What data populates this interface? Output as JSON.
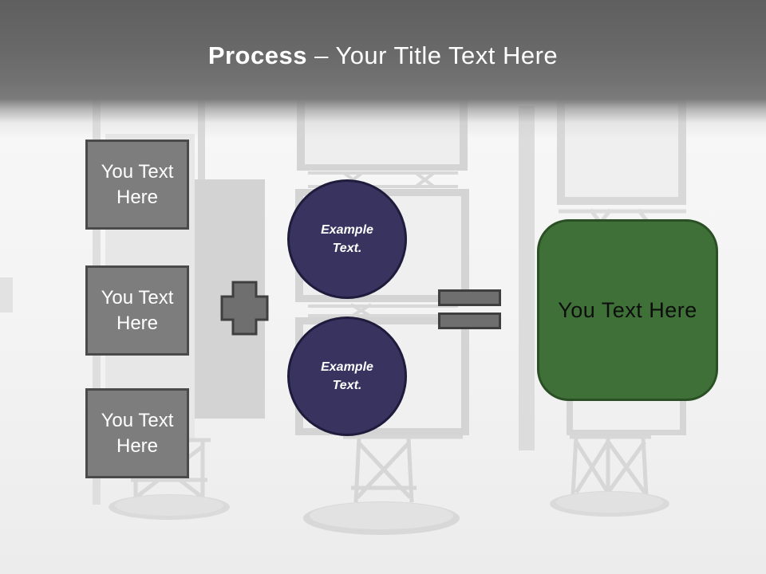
{
  "title": {
    "emphasis": "Process",
    "rest": " – Your Title Text Here"
  },
  "steps": [
    {
      "label": "You Text Here"
    },
    {
      "label": "You Text Here"
    },
    {
      "label": "You Text Here"
    }
  ],
  "circles": [
    {
      "line1": "Example",
      "line2": "Text."
    },
    {
      "line1": "Example",
      "line2": "Text."
    }
  ],
  "result": {
    "label": "You Text Here"
  },
  "operators": {
    "plus": "plus-icon",
    "equals": "equals-icon"
  },
  "colors": {
    "title_color": "#FFFFFF",
    "box_fill": "#7D7D7D",
    "box_border": "#4A4A4A",
    "circle_fill": "#39345F",
    "circle_border": "#1F1B3D",
    "result_fill": "#3F7038",
    "result_border": "#2B4F25",
    "operator_fill": "#6F6F6F",
    "operator_border": "#3F3F3F",
    "header_dark": "#5F5F5F",
    "background_light": "#F3F3F3"
  }
}
